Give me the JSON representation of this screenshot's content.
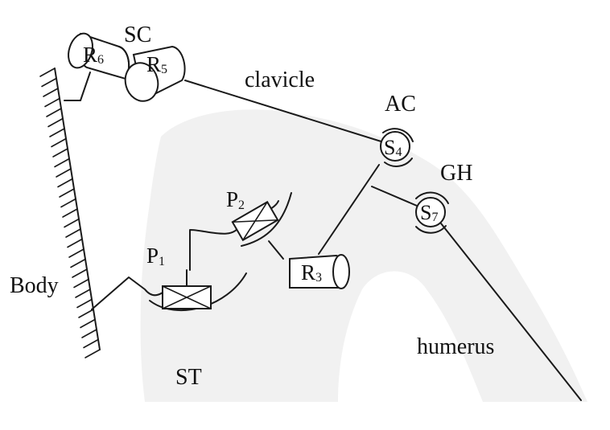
{
  "labels": {
    "sc": "SC",
    "r6": "R",
    "r6_sub": "6",
    "r5": "R",
    "r5_sub": "5",
    "clavicle": "clavicle",
    "ac": "AC",
    "s4": "S",
    "s4_sub": "4",
    "gh": "GH",
    "s7": "S",
    "s7_sub": "7",
    "p2": "P",
    "p2_sub": "2",
    "p1": "P",
    "p1_sub": "1",
    "r3": "R",
    "r3_sub": "3",
    "body": "Body",
    "humerus": "humerus",
    "st": "ST"
  },
  "colors": {
    "line": "#1a1a1a",
    "bone_shadow": "#ececec"
  },
  "icons": {
    "revolute_joint": "cylinder-icon",
    "spherical_joint": "double-arc-circle-icon",
    "prismatic_joint": "crossed-box-icon",
    "ground": "hatched-wall-icon"
  }
}
